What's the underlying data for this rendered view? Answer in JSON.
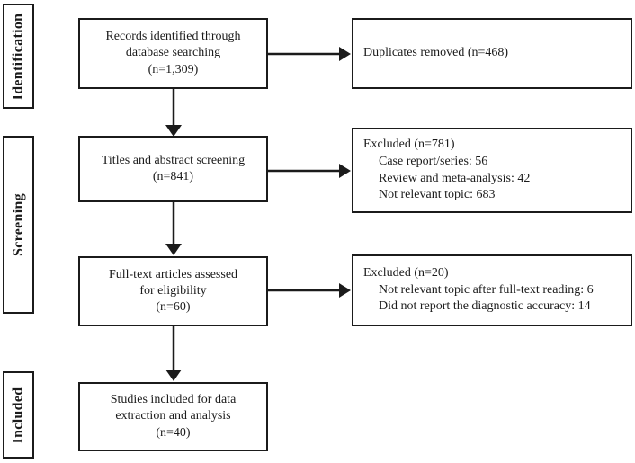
{
  "colors": {
    "ink": "#1b1b1b",
    "background": "#ffffff"
  },
  "side_labels": [
    {
      "label": "Identification"
    },
    {
      "label": "Screening"
    },
    {
      "label": "Included"
    }
  ],
  "main_boxes": [
    {
      "lines": [
        "Records identified through",
        "database searching",
        "(n=1,309)"
      ]
    },
    {
      "lines": [
        "Titles and abstract screening",
        "(n=841)"
      ]
    },
    {
      "lines": [
        "Full-text articles assessed",
        "for eligibility",
        "(n=60)"
      ]
    },
    {
      "lines": [
        "Studies included for data",
        "extraction and analysis",
        "(n=40)"
      ]
    }
  ],
  "exclusion_boxes": [
    {
      "title": "Duplicates removed (n=468)",
      "items": []
    },
    {
      "title": "Excluded (n=781)",
      "items": [
        "Case report/series: 56",
        "Review and meta-analysis: 42",
        "Not relevant topic: 683"
      ]
    },
    {
      "title": "Excluded (n=20)",
      "items": [
        "Not relevant topic after full-text reading: 6",
        "Did not report the diagnostic accuracy: 14"
      ]
    }
  ]
}
